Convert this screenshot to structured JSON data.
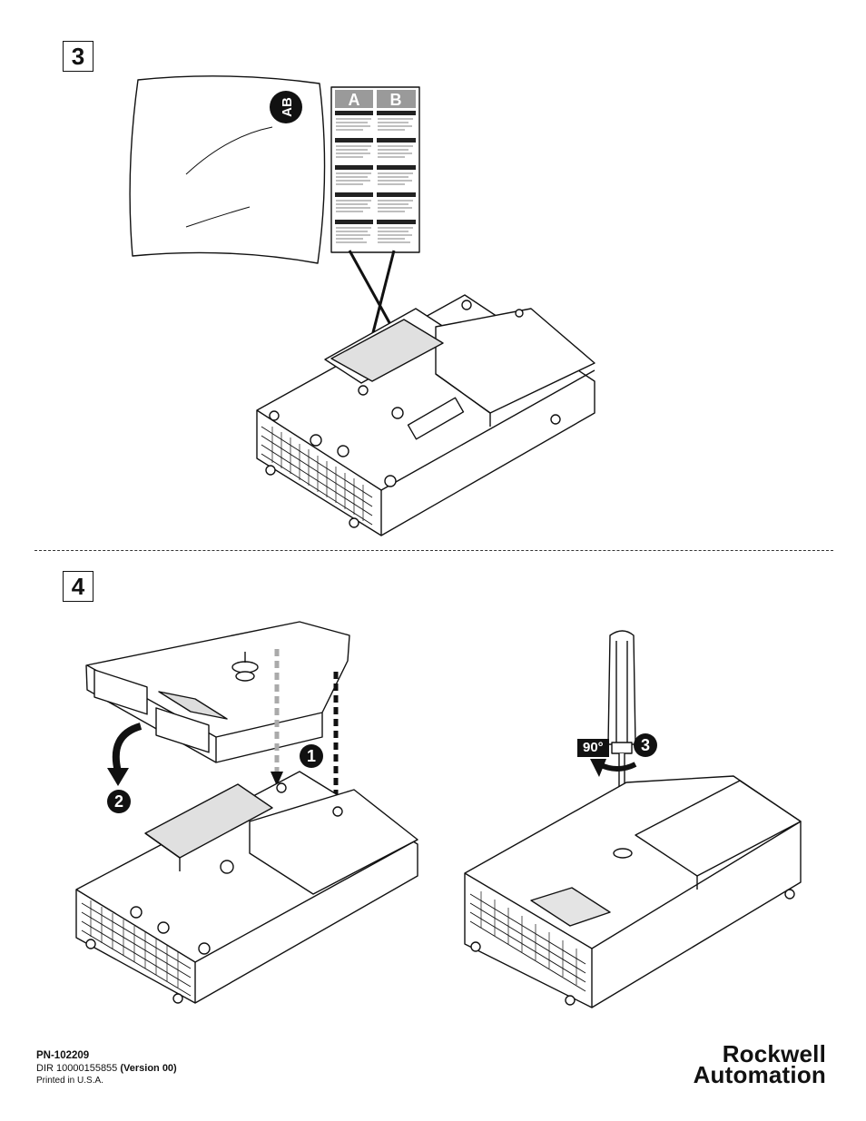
{
  "steps": {
    "step3": "3",
    "step4": "4"
  },
  "callouts": {
    "one": "1",
    "two": "2",
    "three": "3",
    "rotation": "90°"
  },
  "footer": {
    "part_number": "PN-102209",
    "dir_prefix": "DIR 10000155855",
    "version": "(Version 00)",
    "printed": "Printed in U.S.A."
  },
  "brand": {
    "line1": "Rockwell",
    "line2": "Automation"
  },
  "logo": {
    "text": "AB"
  },
  "label_sheet": {
    "columns": [
      "A",
      "B"
    ]
  }
}
